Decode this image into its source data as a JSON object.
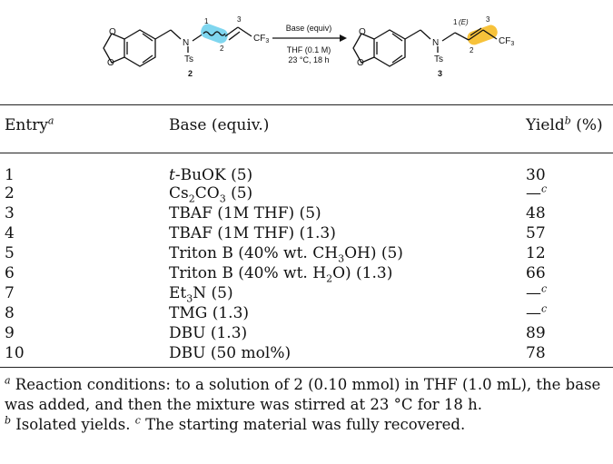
{
  "scheme": {
    "compound_start": "2",
    "compound_product": "3",
    "reagent": "Base (equiv)",
    "solvent": "THF (0.1 M)",
    "conditions": "23 °C, 18 h",
    "n_label": "N",
    "ts_label": "Ts",
    "cf3_label": "CF",
    "cf3_sub": "3",
    "pos1": "1",
    "pos2": "2",
    "pos3": "3",
    "e_label": "(E)",
    "highlight_start_color": "#7fd6ef",
    "highlight_product_color": "#f7c23a"
  },
  "table": {
    "headers": {
      "entry": "Entry",
      "entry_note": "a",
      "base": "Base (equiv.)",
      "yield": "Yield",
      "yield_note": "b",
      "yield_unit": "(%)"
    },
    "rows": [
      {
        "entry": "1",
        "base_pre": "t",
        "base": "-BuOK (5)",
        "yield": "30"
      },
      {
        "entry": "2",
        "base": "Cs",
        "sub": "2",
        "base2": "CO",
        "sub2": "3",
        "base3": " (5)",
        "yield": "—",
        "yield_note": "c"
      },
      {
        "entry": "3",
        "base": "TBAF (1M THF) (5)",
        "yield": "48"
      },
      {
        "entry": "4",
        "base": "TBAF (1M THF) (1.3)",
        "yield": "57"
      },
      {
        "entry": "5",
        "base": "Triton B (40% wt. CH",
        "sub": "3",
        "base2": "OH) (5)",
        "yield": "12"
      },
      {
        "entry": "6",
        "base": "Triton B (40% wt. H",
        "sub": "2",
        "base2": "O) (1.3)",
        "yield": "66"
      },
      {
        "entry": "7",
        "base": "Et",
        "sub": "3",
        "base2": "N (5)",
        "yield": "—",
        "yield_note": "c"
      },
      {
        "entry": "8",
        "base": "TMG (1.3)",
        "yield": "—",
        "yield_note": "c"
      },
      {
        "entry": "9",
        "base": "DBU (1.3)",
        "yield": "89"
      },
      {
        "entry": "10",
        "base": "DBU (50 mol%)",
        "yield": "78"
      }
    ]
  },
  "footnotes": {
    "a_mark": "a",
    "a_text": " Reaction conditions: to a solution of 2 (0.10 mmol) in THF (1.0 mL), the base was added, and then the mixture was stirred at 23 °C for 18 h.",
    "b_mark": "b",
    "b_text": " Isolated yields. ",
    "c_mark": "c",
    "c_text": " The starting material was fully recovered."
  }
}
